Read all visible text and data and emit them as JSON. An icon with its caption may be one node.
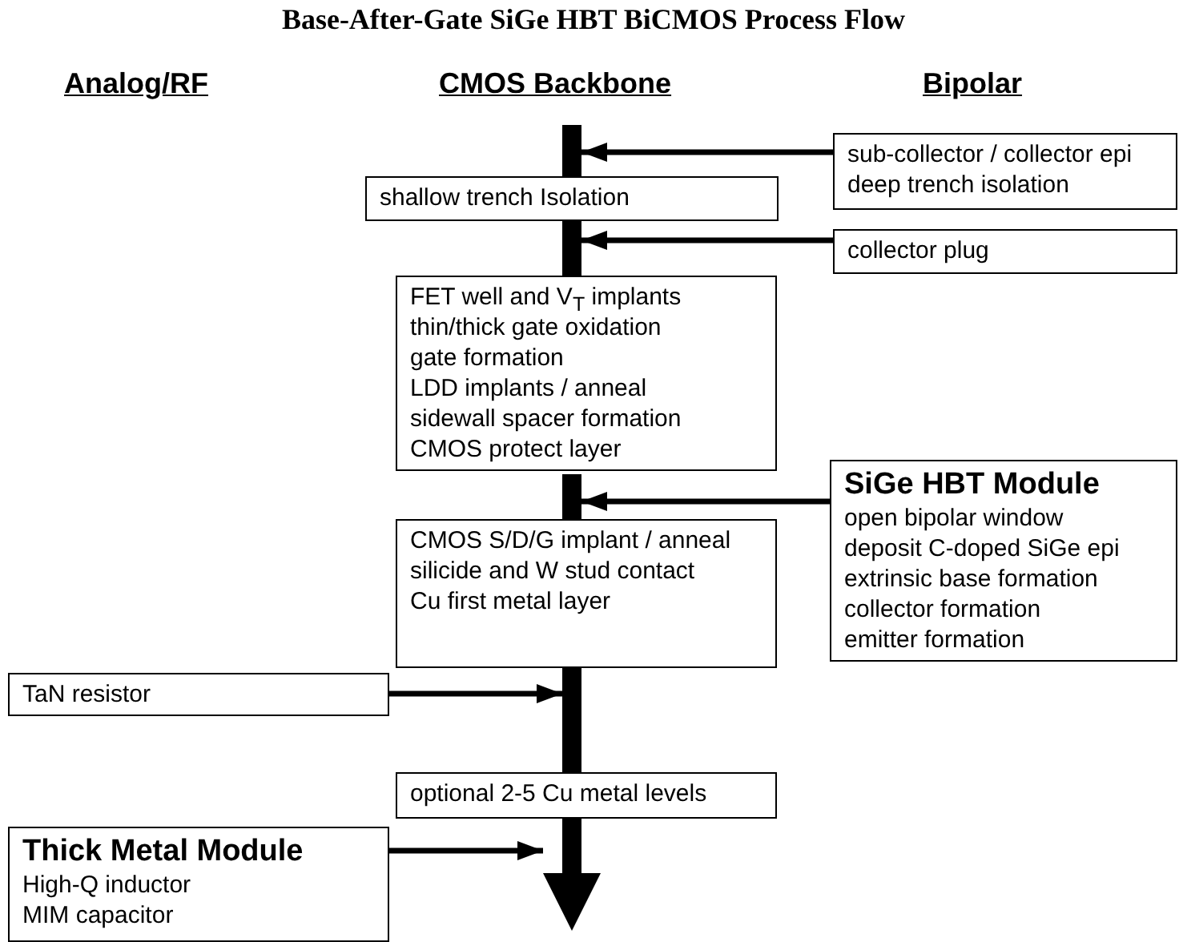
{
  "diagram": {
    "title": "Base-After-Gate SiGe HBT BiCMOS Process Flow",
    "nodes": [
      {
        "text": [],
        "shape": "bar"
      },
      {
        "text": [],
        "shape": "bar"
      },
      {
        "text": [],
        "shape": "bar"
      },
      {
        "text": [],
        "shape": "bar"
      },
      {
        "text": [],
        "shape": "arrow"
      },
      {
        "text": [
          "shallow trench Isolation"
        ]
      },
      {
        "text": [
          "FET well and V$_{T}$ implants",
          "thin/thick gate oxidation",
          "gate formation",
          "LDD implants / anneal",
          "sidewall spacer formation",
          "CMOS protect layer"
        ]
      },
      {
        "text": [
          "CMOS S/D/G implant / anneal",
          "silicide and W stud contact",
          "Cu first metal layer"
        ]
      },
      {
        "text": [
          "optional 2-5 Cu metal levels"
        ]
      },
      {
        "text": [
          "sub-collector / collector epi",
          "deep trench isolation"
        ]
      },
      {
        "text": [
          "collector plug"
        ]
      },
      {
        "text": [
          "SiGe HBT Module",
          "open bipolar window",
          "deposit C-doped SiGe epi",
          "extrinsic base formation",
          "collector formation",
          "emitter formation"
        ]
      },
      {
        "text": [
          "TaN resistor"
        ]
      },
      {
        "text": [
          "Thick Metal Module",
          "High-Q inductor",
          "MIM capacitor"
        ]
      }
    ],
    "edges": [
      {
        "from": 9,
        "to": 0,
        "arrow": "to"
      },
      {
        "from": 10,
        "to": 1,
        "arrow": "to"
      },
      {
        "from": 11,
        "to": 2,
        "arrow": "to"
      },
      {
        "from": 12,
        "to": 3,
        "arrow": "to"
      },
      {
        "from": 13,
        "to": 4,
        "arrow": "to"
      }
    ],
    "labels": [
      "Analog/RF",
      "CMOS Backbone",
      "Bipolar"
    ]
  }
}
